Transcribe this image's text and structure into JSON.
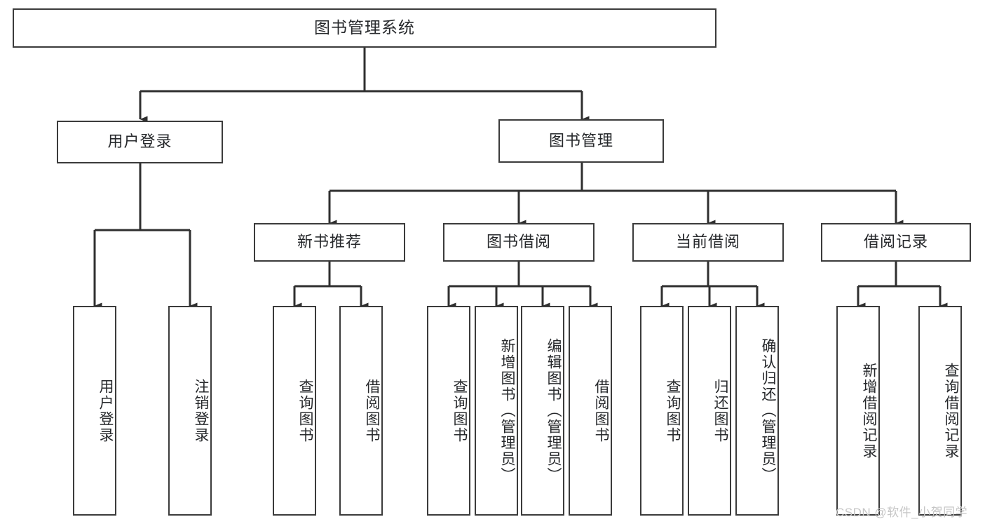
{
  "diagram": {
    "title": "图书管理系统",
    "type": "tree-hierarchy",
    "root": {
      "label": "图书管理系统"
    },
    "level1": [
      {
        "label": "用户登录"
      },
      {
        "label": "图书管理"
      }
    ],
    "level2": [
      {
        "label": "新书推荐"
      },
      {
        "label": "图书借阅"
      },
      {
        "label": "当前借阅"
      },
      {
        "label": "借阅记录"
      }
    ],
    "leaves": {
      "user_login": [
        {
          "label": "用户登录"
        },
        {
          "label": "注销登录"
        }
      ],
      "new_book_recommend": [
        {
          "label": "查询图书"
        },
        {
          "label": "借阅图书"
        }
      ],
      "book_borrow": [
        {
          "label": "查询图书"
        },
        {
          "label": "新增图书（管理员）"
        },
        {
          "label": "编辑图书（管理员）"
        },
        {
          "label": "借阅图书"
        }
      ],
      "current_borrow": [
        {
          "label": "查询图书"
        },
        {
          "label": "归还图书"
        },
        {
          "label": "确认归还（管理员）"
        }
      ],
      "borrow_record": [
        {
          "label": "新增借阅记录"
        },
        {
          "label": "查询借阅记录"
        }
      ]
    }
  },
  "watermark": {
    "text": "CSDN @软件_小贺同学"
  },
  "colors": {
    "stroke": "#3b3b3b",
    "text": "#26282b",
    "background": "#ffffff",
    "watermark": "#c6c6c6"
  }
}
